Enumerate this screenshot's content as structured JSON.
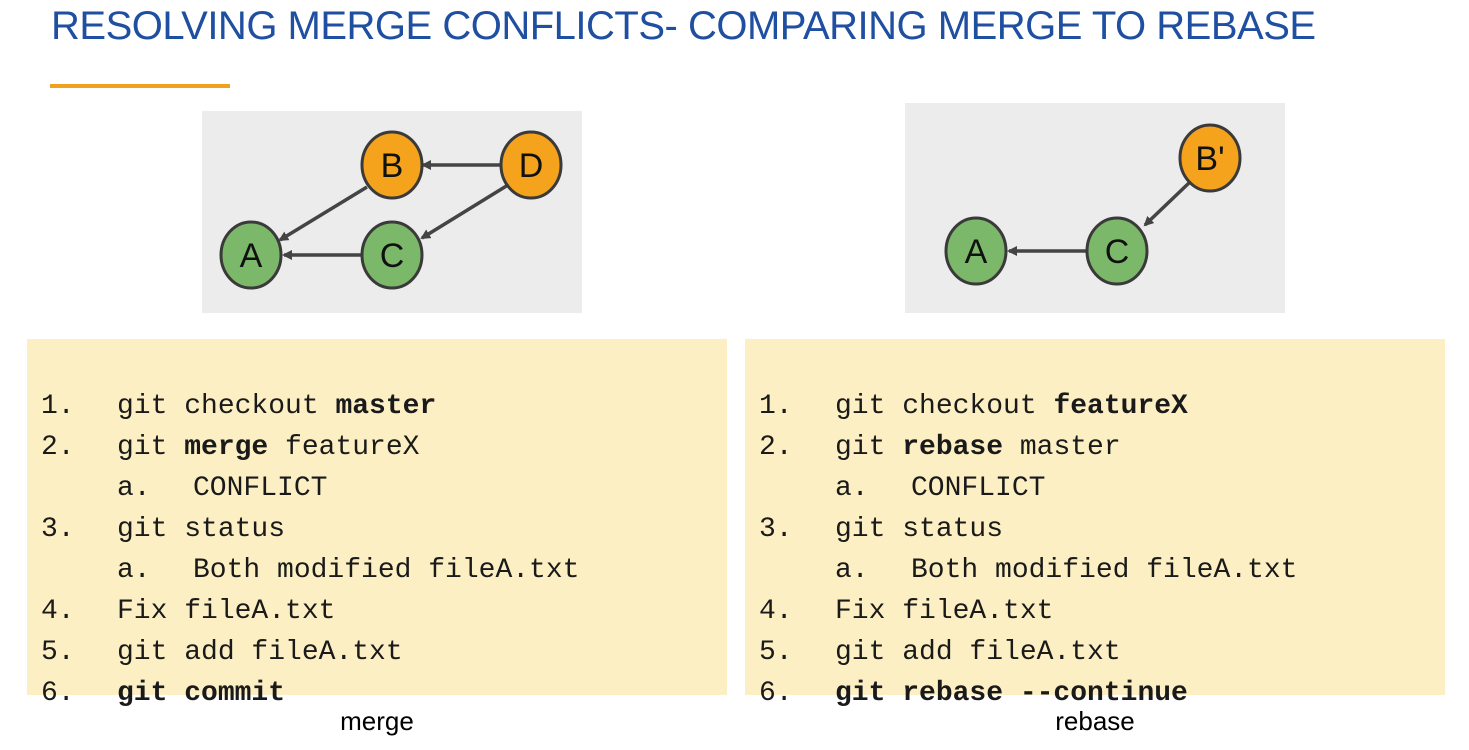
{
  "slide": {
    "title": "RESOLVING MERGE CONFLICTS- COMPARING MERGE TO REBASE",
    "accent_color": "#f2a11f",
    "title_color": "#1f4fa0"
  },
  "merge_graph": {
    "nodes": [
      {
        "id": "A",
        "label": "A",
        "color": "#7cb86a"
      },
      {
        "id": "B",
        "label": "B",
        "color": "#f5a21d"
      },
      {
        "id": "C",
        "label": "C",
        "color": "#7cb86a"
      },
      {
        "id": "D",
        "label": "D",
        "color": "#f5a21d"
      }
    ],
    "edges": [
      [
        "B",
        "A"
      ],
      [
        "C",
        "A"
      ],
      [
        "D",
        "B"
      ],
      [
        "D",
        "C"
      ]
    ]
  },
  "rebase_graph": {
    "nodes": [
      {
        "id": "A",
        "label": "A",
        "color": "#7cb86a"
      },
      {
        "id": "C",
        "label": "C",
        "color": "#7cb86a"
      },
      {
        "id": "B'",
        "label": "B'",
        "color": "#f5a21d"
      }
    ],
    "edges": [
      [
        "C",
        "A"
      ],
      [
        "B'",
        "C"
      ]
    ]
  },
  "merge_steps": {
    "l1": {
      "num": "1.",
      "pre": "git checkout ",
      "bold": "master"
    },
    "l2": {
      "num": "2.",
      "pre": "git ",
      "bold": "merge",
      "post": " featureX"
    },
    "l3": {
      "num": "a.",
      "text": "CONFLICT"
    },
    "l4": {
      "num": "3.",
      "text": "git status"
    },
    "l5": {
      "num": "a.",
      "text": "Both modified fileA.txt"
    },
    "l6": {
      "num": "4.",
      "text": "Fix fileA.txt"
    },
    "l7": {
      "num": "5.",
      "text": "git add fileA.txt"
    },
    "l8": {
      "num": "6.",
      "bold": "git commit"
    }
  },
  "rebase_steps": {
    "l1": {
      "num": "1.",
      "pre": "git checkout ",
      "bold": "featureX"
    },
    "l2": {
      "num": "2.",
      "pre": "git ",
      "bold": "rebase",
      "post": " master"
    },
    "l3": {
      "num": "a.",
      "text": "CONFLICT"
    },
    "l4": {
      "num": "3.",
      "text": "git status"
    },
    "l5": {
      "num": "a.",
      "text": "Both modified fileA.txt"
    },
    "l6": {
      "num": "4.",
      "text": "Fix fileA.txt"
    },
    "l7": {
      "num": "5.",
      "text": "git add fileA.txt"
    },
    "l8": {
      "num": "6.",
      "bold": "git rebase --continue"
    }
  },
  "captions": {
    "merge": "merge",
    "rebase": "rebase"
  }
}
